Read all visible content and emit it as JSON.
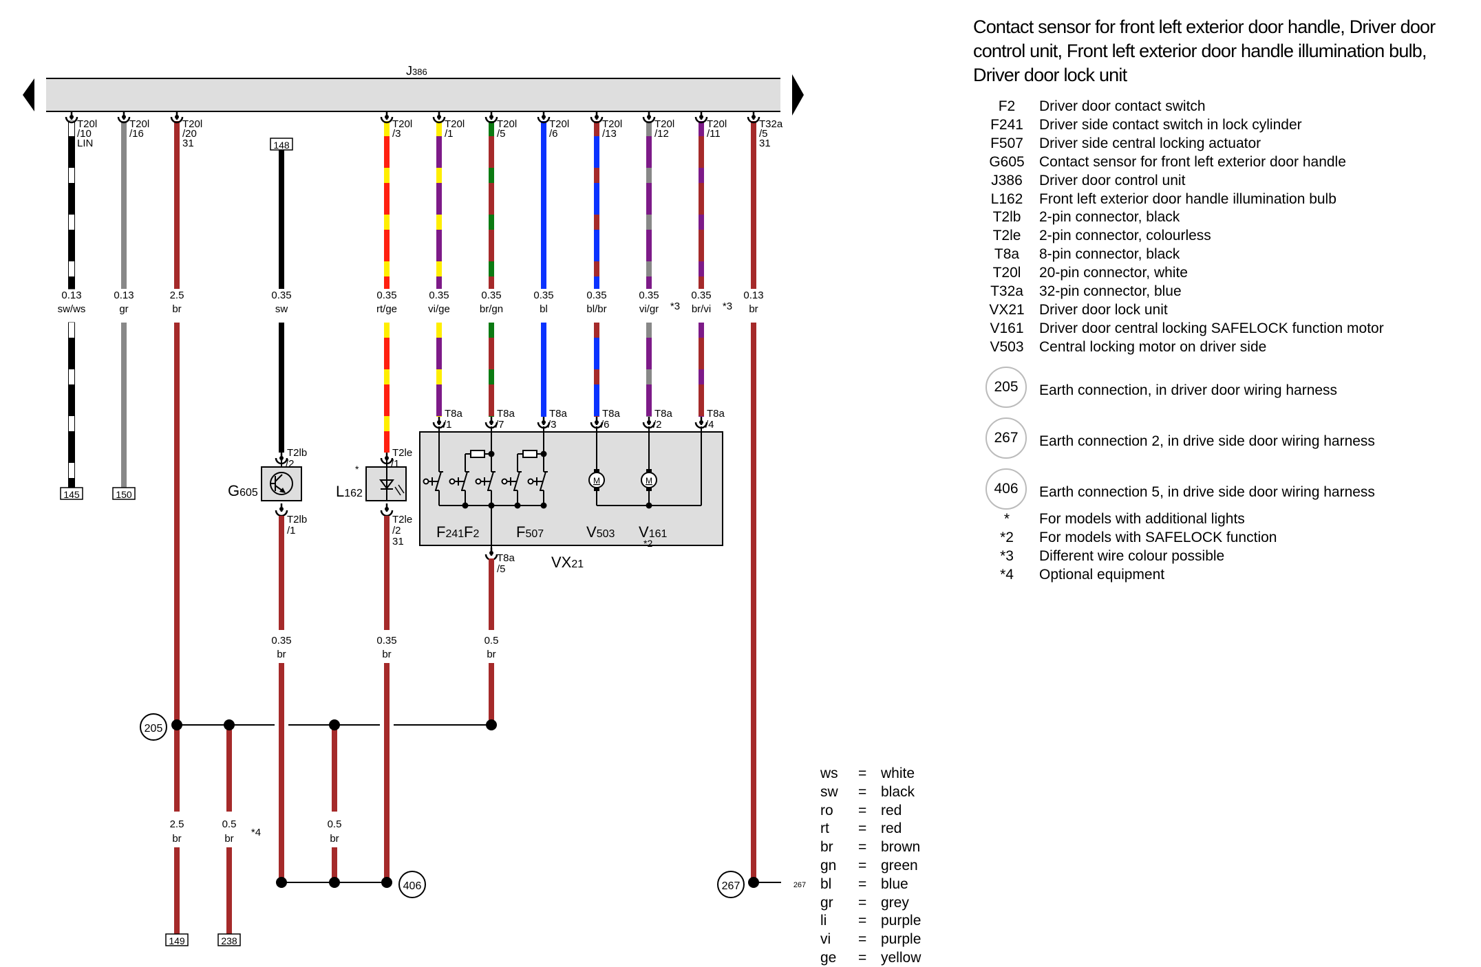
{
  "title": "Contact sensor for front left exterior door handle, Driver door control unit, Front left exterior door handle illumination bulb, Driver door lock unit",
  "control_unit": {
    "label_main": "J",
    "label_sub": "386"
  },
  "wire_colors": {
    "ws": "#ffffff",
    "sw": "#000000",
    "gr": "#888888",
    "br": "#a52a2a",
    "rt": "#ff2010",
    "ge": "#ffee00",
    "vi": "#7d1a88",
    "gn": "#0c7a12",
    "bl": "#0a32ff"
  },
  "top_wires": [
    {
      "id": "w1",
      "connector": "T20l",
      "pin": "/10",
      "extra": "LIN",
      "size": "0.13",
      "color": "sw/ws",
      "primary": "sw",
      "secondary": "ws",
      "bottom_ref": "145"
    },
    {
      "id": "w2",
      "connector": "T20l",
      "pin": "/16",
      "extra": "",
      "size": "0.13",
      "color": "gr",
      "primary": "gr",
      "secondary": "",
      "bottom_ref": "150"
    },
    {
      "id": "w3",
      "connector": "T20l",
      "pin": "/20",
      "extra": "31",
      "size": "2.5",
      "color": "br",
      "primary": "br",
      "secondary": ""
    },
    {
      "id": "w4",
      "connector": "",
      "pin": "",
      "extra": "",
      "size": "0.35",
      "color": "sw",
      "primary": "sw",
      "secondary": "",
      "top_ref": "148"
    },
    {
      "id": "w5",
      "connector": "T20l",
      "pin": "/3",
      "extra": "",
      "size": "0.35",
      "color": "rt/ge",
      "primary": "rt",
      "secondary": "ge"
    },
    {
      "id": "w6",
      "connector": "T20l",
      "pin": "/1",
      "extra": "",
      "size": "0.35",
      "color": "vi/ge",
      "primary": "vi",
      "secondary": "ge"
    },
    {
      "id": "w7",
      "connector": "T20l",
      "pin": "/5",
      "extra": "",
      "size": "0.35",
      "color": "br/gn",
      "primary": "br",
      "secondary": "gn"
    },
    {
      "id": "w8",
      "connector": "T20l",
      "pin": "/6",
      "extra": "",
      "size": "0.35",
      "color": "bl",
      "primary": "bl",
      "secondary": ""
    },
    {
      "id": "w9",
      "connector": "T20l",
      "pin": "/13",
      "extra": "",
      "size": "0.35",
      "color": "bl/br",
      "primary": "bl",
      "secondary": "br"
    },
    {
      "id": "w10",
      "connector": "T20l",
      "pin": "/12",
      "extra": "",
      "size": "0.35",
      "color": "vi/gr",
      "primary": "vi",
      "secondary": "gr",
      "note": "*3"
    },
    {
      "id": "w11",
      "connector": "T20l",
      "pin": "/11",
      "extra": "",
      "size": "0.35",
      "color": "br/vi",
      "primary": "br",
      "secondary": "vi",
      "note": "*3"
    },
    {
      "id": "w12",
      "connector": "T32a",
      "pin": "/5",
      "extra": "31",
      "size": "0.13",
      "color": "br",
      "primary": "br",
      "secondary": ""
    }
  ],
  "t8a_pins": [
    "/1",
    "/7",
    "/3",
    "/6",
    "/2",
    "/4"
  ],
  "t8a_label": "T8a",
  "components": {
    "g605": {
      "main": "G",
      "sub": "605",
      "top_conn": "T2lb",
      "top_pin": "/2",
      "bot_conn": "T2lb",
      "bot_pin": "/1"
    },
    "l162": {
      "main": "L",
      "sub": "162",
      "star": "*",
      "top_conn": "T2le",
      "top_pin": "/1",
      "bot_conn": "T2le",
      "bot_pin": "/2",
      "bot_extra": "31"
    },
    "vx21": {
      "main": "VX",
      "sub": "21",
      "out_conn": "T8a",
      "out_pin": "/5",
      "parts": [
        {
          "main": "F",
          "sub": "241"
        },
        {
          "main": "F",
          "sub": "2"
        },
        {
          "main": "F",
          "sub": "507"
        },
        {
          "main": "V",
          "sub": "503"
        },
        {
          "main": "V",
          "sub": "161",
          "note": "*2"
        }
      ]
    }
  },
  "ground_wires": [
    {
      "size": "0.35",
      "color": "br"
    },
    {
      "size": "0.35",
      "color": "br"
    },
    {
      "size": "0.5",
      "color": "br"
    }
  ],
  "branch_wires": [
    {
      "size": "2.5",
      "color": "br",
      "bottom_ref": "149"
    },
    {
      "size": "0.5",
      "color": "br",
      "bottom_ref": "238",
      "note": "*4"
    },
    {
      "size": "0.5",
      "color": "br"
    }
  ],
  "earth_points": {
    "e205": "205",
    "e406": "406",
    "e267": "267",
    "e267_ref": "267"
  },
  "legend": [
    {
      "code": "F2",
      "desc": "Driver door contact switch"
    },
    {
      "code": "F241",
      "desc": "Driver side contact switch in lock cylinder"
    },
    {
      "code": "F507",
      "desc": "Driver side central locking actuator"
    },
    {
      "code": "G605",
      "desc": "Contact sensor for front left exterior door handle"
    },
    {
      "code": "J386",
      "desc": "Driver door control unit"
    },
    {
      "code": "L162",
      "desc": "Front left exterior door handle illumination bulb"
    },
    {
      "code": "T2lb",
      "desc": "2-pin connector, black"
    },
    {
      "code": "T2le",
      "desc": "2-pin connector, colourless"
    },
    {
      "code": "T8a",
      "desc": "8-pin connector, black"
    },
    {
      "code": "T20l",
      "desc": "20-pin connector, white"
    },
    {
      "code": "T32a",
      "desc": "32-pin connector, blue"
    },
    {
      "code": "VX21",
      "desc": "Driver door lock unit"
    },
    {
      "code": "V161",
      "desc": "Driver door central locking SAFELOCK function motor"
    },
    {
      "code": "V503",
      "desc": "Central locking motor on driver side"
    }
  ],
  "earth_legend": [
    {
      "code": "205",
      "desc": "Earth connection, in driver door wiring harness"
    },
    {
      "code": "267",
      "desc": "Earth connection 2, in drive side door wiring harness"
    },
    {
      "code": "406",
      "desc": "Earth connection 5, in drive side door wiring harness"
    }
  ],
  "notes": [
    {
      "code": "*",
      "desc": "For models with additional lights"
    },
    {
      "code": "*2",
      "desc": "For models with SAFELOCK function"
    },
    {
      "code": "*3",
      "desc": "Different wire colour possible"
    },
    {
      "code": "*4",
      "desc": "Optional equipment"
    }
  ],
  "color_key": [
    {
      "code": "ws",
      "name": "white"
    },
    {
      "code": "sw",
      "name": "black"
    },
    {
      "code": "ro",
      "name": "red"
    },
    {
      "code": "rt",
      "name": "red"
    },
    {
      "code": "br",
      "name": "brown"
    },
    {
      "code": "gn",
      "name": "green"
    },
    {
      "code": "bl",
      "name": "blue"
    },
    {
      "code": "gr",
      "name": "grey"
    },
    {
      "code": "li",
      "name": "purple"
    },
    {
      "code": "vi",
      "name": "purple"
    },
    {
      "code": "ge",
      "name": "yellow"
    }
  ],
  "equals_sign": "="
}
